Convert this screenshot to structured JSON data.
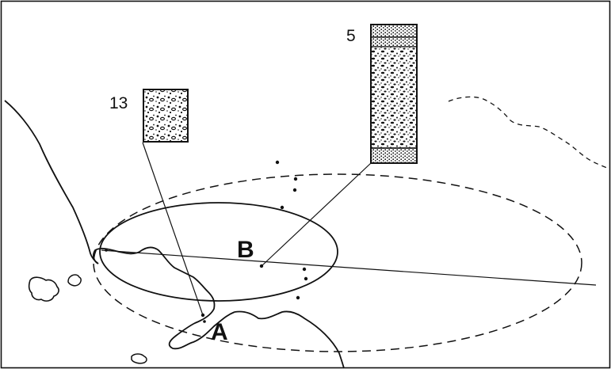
{
  "labels": {
    "core_13": "13",
    "core_5": "5",
    "site_a": "A",
    "site_b": "B"
  },
  "colors": {
    "ink": "#111111",
    "paper": "#ffffff"
  }
}
